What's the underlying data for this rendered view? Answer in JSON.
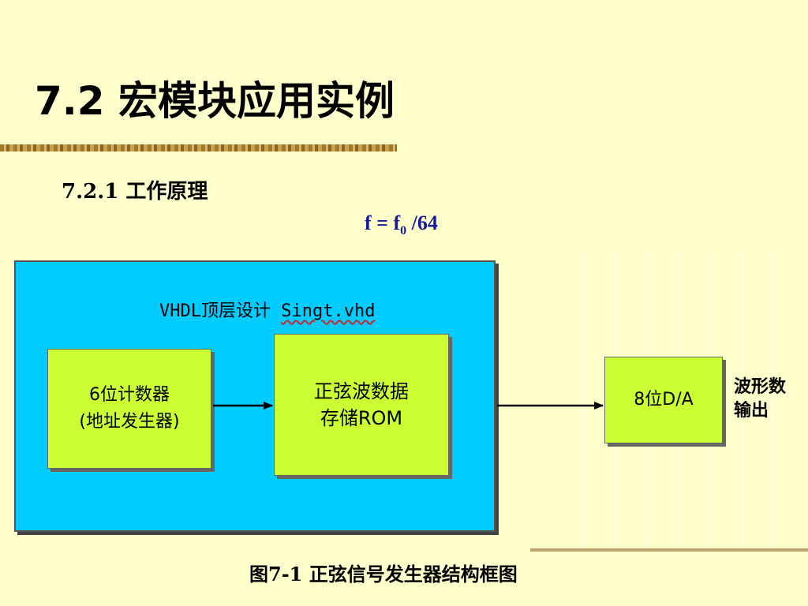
{
  "slide": {
    "title": "7.2  宏模块应用实例",
    "subtitle": "7.2.1  工作原理",
    "formula": {
      "lhs": "f = f",
      "sub": "0",
      "rhs": " /64"
    },
    "caption": "图7-1 正弦信号发生器结构框图"
  },
  "diagram": {
    "top_module": {
      "prefix": "VHDL顶层设计  ",
      "file": "Singt.vhd"
    },
    "counter": {
      "line1": "6位计数器",
      "line2": "(地址发生器)"
    },
    "rom": {
      "line1": "正弦波数据",
      "line2": "存储ROM"
    },
    "dac": {
      "label": "8位D/A"
    },
    "output": {
      "line1": "波形数",
      "line2": "输出"
    }
  },
  "colors": {
    "background": "#FFFFCC",
    "top_module": "#00CCFF",
    "block": "#CCFF33",
    "formula": "#1A1AA0"
  }
}
